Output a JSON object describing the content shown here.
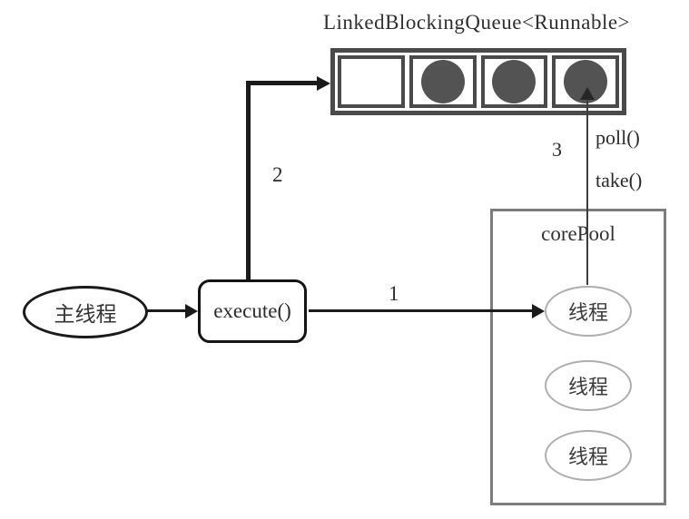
{
  "queue": {
    "title": "LinkedBlockingQueue<Runnable>",
    "cells": [
      false,
      true,
      true,
      true
    ]
  },
  "main_thread": {
    "label": "主线程"
  },
  "execute": {
    "label": "execute()"
  },
  "core_pool": {
    "label": "corePool",
    "threads": [
      "线程",
      "线程",
      "线程"
    ]
  },
  "arrows": {
    "step1": "1",
    "step2": "2",
    "step3": "3",
    "poll": "poll()",
    "take": "take()"
  },
  "colors": {
    "line_black": "#1a1a1a",
    "queue_border": "#4a4a4a",
    "task_fill": "#535353",
    "pool_border": "#7d7d7d",
    "thread_border": "#adadad",
    "text": "#2b2b2b"
  }
}
